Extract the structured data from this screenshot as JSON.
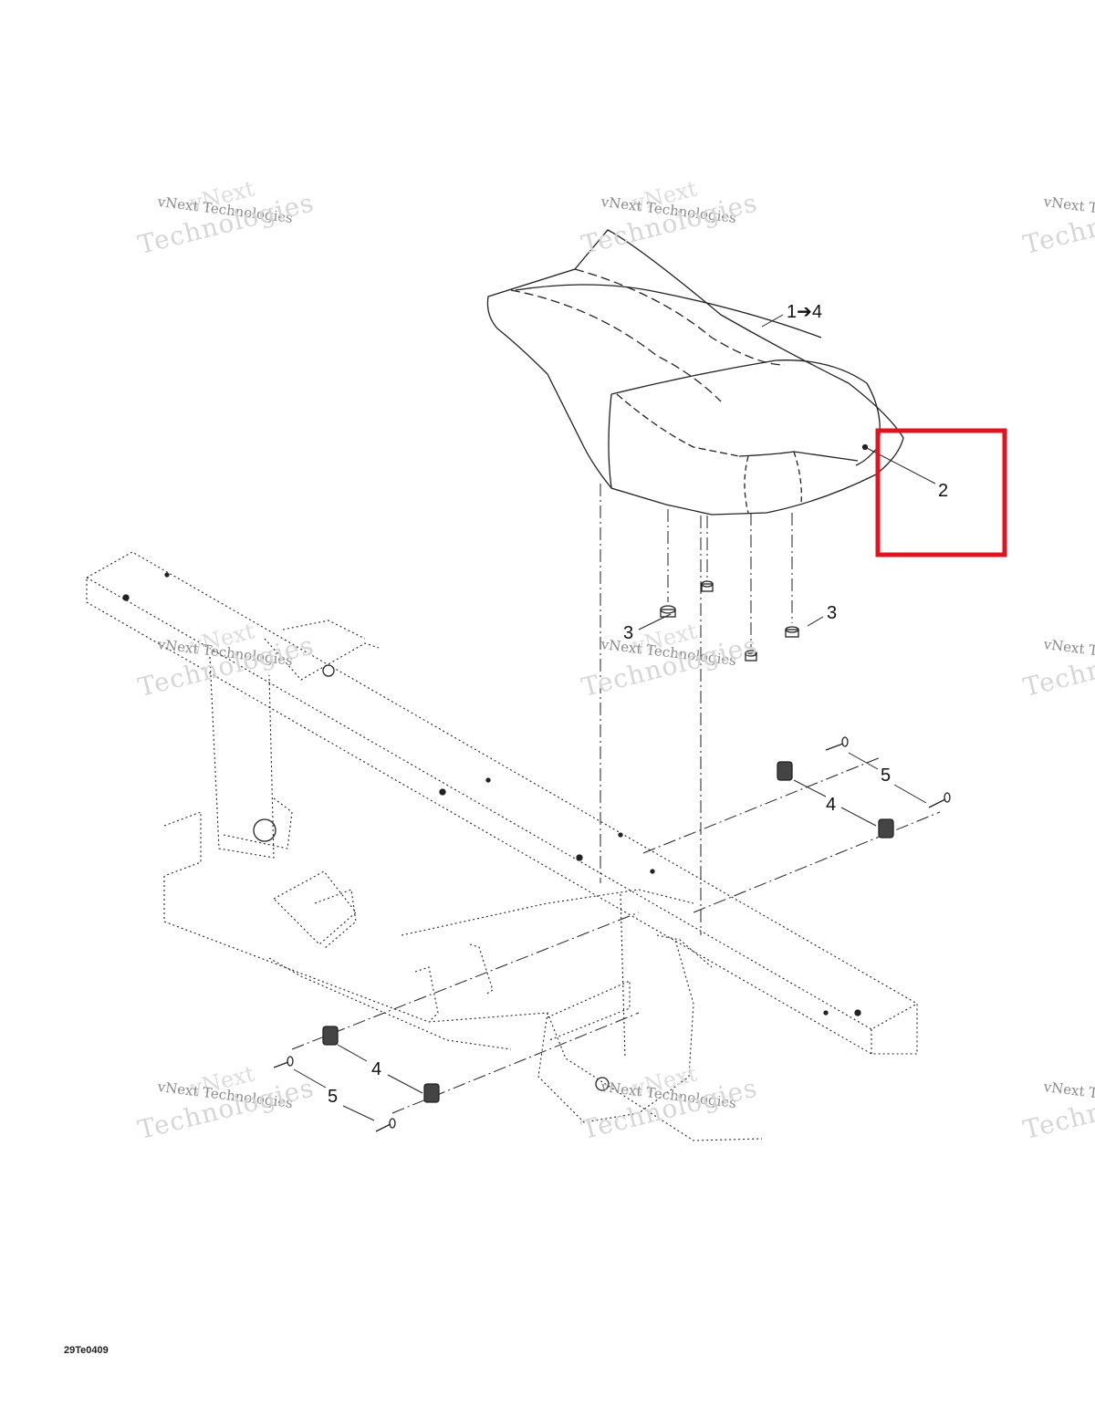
{
  "diagram": {
    "callouts": {
      "seat": "1➔4",
      "emblem": "2",
      "bumper_left": "3",
      "bumper_right": "3",
      "bracket_upper": "4",
      "screw_upper": "5",
      "bracket_lower": "4",
      "screw_lower": "5"
    },
    "figure_code": "29Te0409",
    "highlight_color": "#e0141e"
  },
  "watermark": {
    "line1": "vNext Technologies",
    "line2": "Technologies",
    "line3": "vNext"
  }
}
